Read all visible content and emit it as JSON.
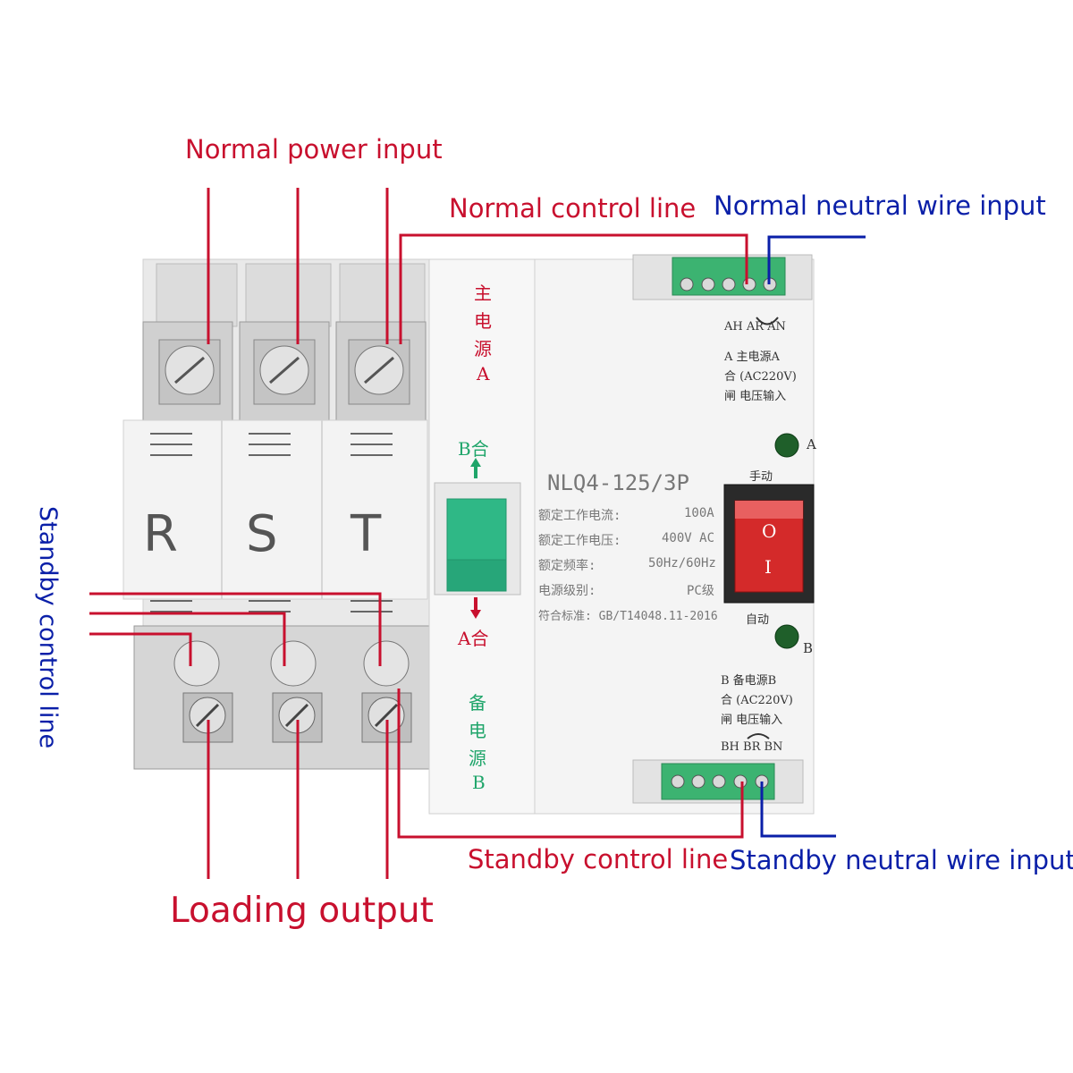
{
  "labels": {
    "normal_power_input": "Normal power input",
    "normal_control_line": "Normal control line",
    "normal_neutral_wire_input": "Normal neutral wire input",
    "standby_control_line_left": "Standby control line",
    "standby_control_line_bottom": "Standby control line",
    "standby_neutral_wire_input": "Standby neutral wire input",
    "loading_output": "Loading output"
  },
  "device": {
    "phases": [
      "R",
      "S",
      "T"
    ],
    "model": "NLQ4-125/3P",
    "main_power_chars": [
      "主",
      "电",
      "源",
      "A"
    ],
    "backup_power_chars": [
      "备",
      "电",
      "源",
      "B"
    ],
    "switch_top": "B合",
    "switch_bottom": "A合",
    "manual": "手动",
    "auto": "自动",
    "indicator_a": "A",
    "indicator_b": "B",
    "rocker_on": "O",
    "rocker_off": "I",
    "specs": [
      {
        "name": "额定工作电流:",
        "value": "100A"
      },
      {
        "name": "额定工作电压:",
        "value": "400V AC"
      },
      {
        "name": "额定频率:",
        "value": "50Hz/60Hz"
      },
      {
        "name": "电源级别:",
        "value": "PC级"
      }
    ],
    "standard": "符合标准: GB/T14048.11-2016",
    "top_terminal": {
      "pins": "AH  AR  AN",
      "line1": "A   主电源A",
      "line2": "合  (AC220V)",
      "line3": "闸  电压输入"
    },
    "bottom_terminal": {
      "line1": "B   备电源B",
      "line2": "合  (AC220V)",
      "line3": "闸  电压输入",
      "pins": "BH  BR  BN"
    }
  },
  "colors": {
    "red_line": "#c8102e",
    "blue_line": "#0a1fa8",
    "terminal_green": "#3cb371",
    "switch_green": "#2fb886",
    "rocker_red": "#d42a2a"
  }
}
